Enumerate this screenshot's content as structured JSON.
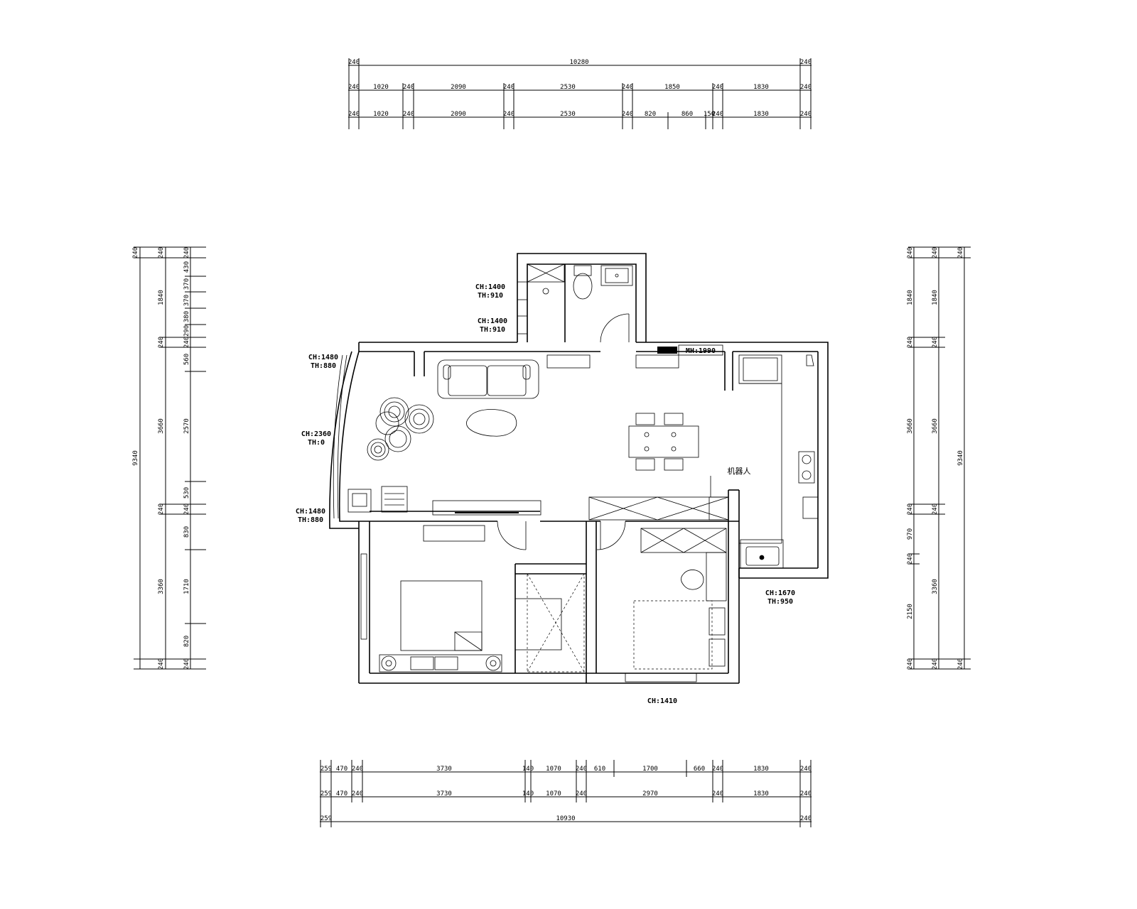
{
  "dimensions": {
    "top": [
      [
        "240",
        "10280",
        "240"
      ],
      [
        "240",
        "1020",
        "240",
        "2090",
        "240",
        "2530",
        "240",
        "1850",
        "240",
        "1830",
        "240"
      ],
      [
        "240",
        "1020",
        "240",
        "2090",
        "240",
        "2530",
        "240",
        "820",
        "860",
        "150",
        "240",
        "1830",
        "240"
      ]
    ],
    "bottom": [
      [
        "259",
        "470",
        "240",
        "3730",
        "140",
        "1070",
        "240",
        "610",
        "1700",
        "660",
        "240",
        "1830",
        "240"
      ],
      [
        "259",
        "470",
        "240",
        "3730",
        "140",
        "1070",
        "240",
        "2970",
        "240",
        "1830",
        "240"
      ],
      [
        "259",
        "10930",
        "240"
      ]
    ],
    "left_outer": [
      "240",
      "9340"
    ],
    "left_mid": [
      "240",
      "1840",
      "240",
      "3660",
      "240",
      "3360",
      "240"
    ],
    "left_inner": [
      "240",
      "430",
      "370",
      "370",
      "380",
      "290",
      "240",
      "560",
      "2570",
      "530",
      "240",
      "830",
      "1710",
      "820",
      "240"
    ],
    "right_inner": [
      "240",
      "1840",
      "240",
      "3660",
      "240",
      "970",
      "240",
      "2150",
      "240"
    ],
    "right_mid": [
      "240",
      "1840",
      "240",
      "3660",
      "240",
      "3360",
      "240"
    ],
    "right_outer": [
      "240",
      "9340",
      "240"
    ]
  },
  "annotations": {
    "bath_win1_ch": "CH:1400",
    "bath_win1_th": "TH:910",
    "bath_win2_ch": "CH:1400",
    "bath_win2_th": "TH:910",
    "bay_top_ch": "CH:1480",
    "bay_top_th": "TH:880",
    "bay_mid_ch": "CH:2360",
    "bay_mid_th": "TH:0",
    "bay_bot_ch": "CH:1480",
    "bay_bot_th": "TH:880",
    "kitchen_ch": "CH:1670",
    "kitchen_th": "TH:950",
    "bedroom_ch": "CH:1410",
    "meter_box": "MH:1990",
    "robot": "机器人"
  }
}
